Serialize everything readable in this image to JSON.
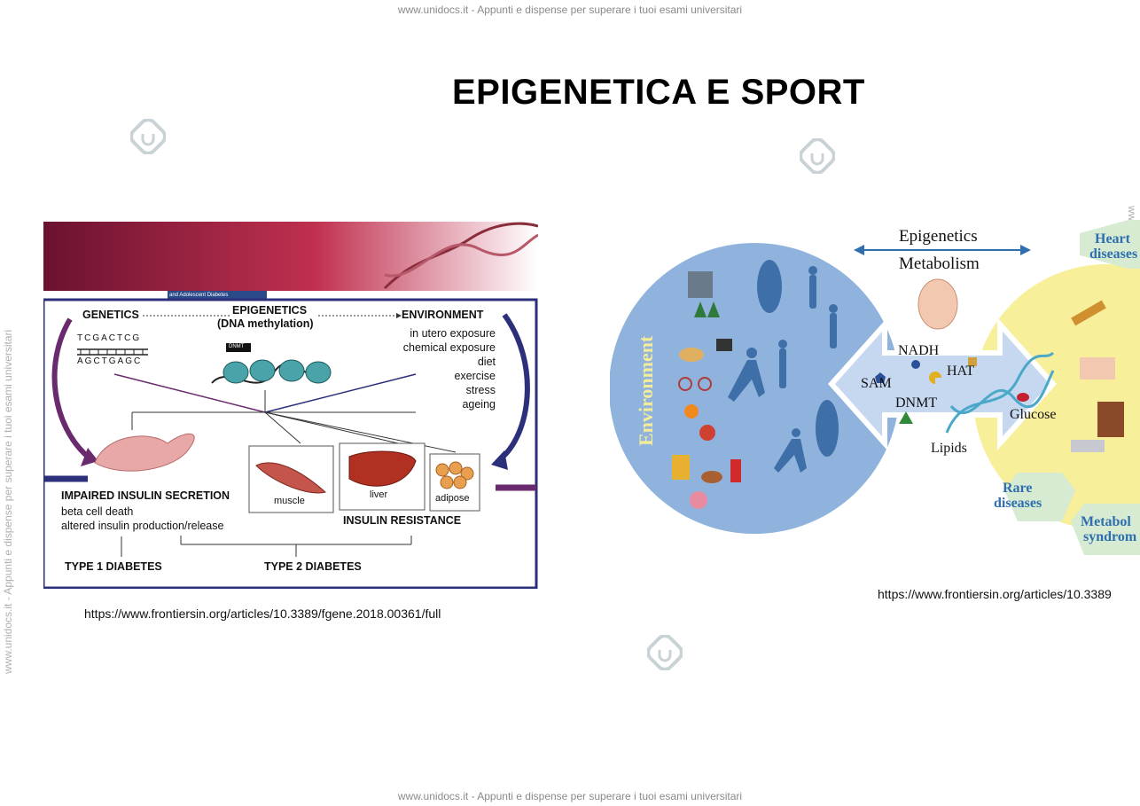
{
  "watermark": {
    "top": "www.unidocs.it - Appunti e dispense per superare i tuoi esami universitari",
    "bottom": "www.unidocs.it - Appunti e dispense per superare i tuoi esami universitari",
    "side": "www.unidocs.it - Appunti e dispense per superare i tuoi esami universitari"
  },
  "slide": {
    "title": "EPIGENETICA E SPORT"
  },
  "figure_left": {
    "banner_text": "and Adolescent Diabetes",
    "genetics": "GENETICS",
    "epigenetics": "EPIGENETICS",
    "epigenetics_sub": "(DNA methylation)",
    "environment": "ENVIRONMENT",
    "env_items": [
      "in utero exposure",
      "chemical exposure",
      "diet",
      "exercise",
      "stress",
      "ageing"
    ],
    "dna_top": "TCGACTCG",
    "dna_bottom": "AGCTGAGC",
    "dnmt": "DNMT",
    "impaired": "IMPAIRED INSULIN SECRETION",
    "beta": "beta cell death",
    "altered": "altered insulin production/release",
    "muscle": "muscle",
    "liver": "liver",
    "adipose": "adipose",
    "resistance": "INSULIN RESISTANCE",
    "type1": "TYPE 1 DIABETES",
    "type2": "TYPE 2 DIABETES"
  },
  "url_left": "https://www.frontiersin.org/articles/10.3389/fgene.2018.00361/full",
  "figure_right": {
    "epigenetics": "Epigenetics",
    "metabolism": "Metabolism",
    "environment": "Environment",
    "nadh": "NADH",
    "hat": "HAT",
    "sam": "SAM",
    "dnmt": "DNMT",
    "glucose": "Glucose",
    "lipids": "Lipids",
    "heart1": "Heart",
    "heart2": "diseases",
    "rare1": "Rare",
    "rare2": "diseases",
    "meta1": "Metabol",
    "meta2": "syndrom"
  },
  "url_right": "https://www.frontiersin.org/articles/10.3389",
  "colors": {
    "circle_blue": "#8fb3dc",
    "yellow": "#f7ef9a",
    "navy": "#2c2f7a",
    "purple": "#6a2a6e",
    "banner_red": "#b0264a",
    "hex_text": "#2f6fb0"
  }
}
